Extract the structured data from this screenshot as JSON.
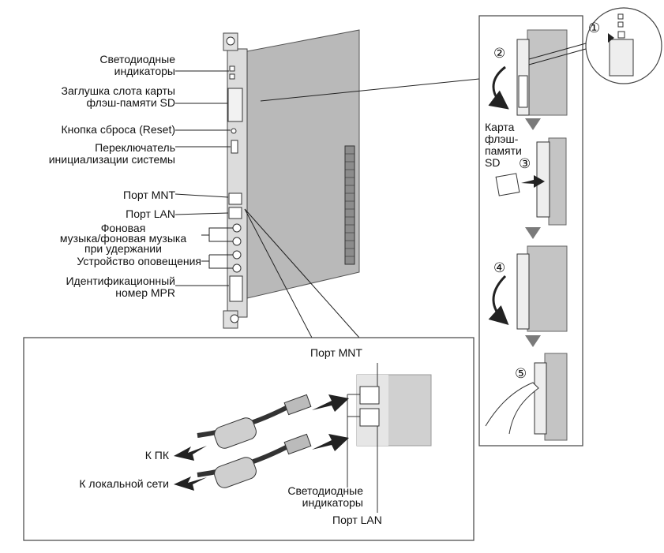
{
  "labels": {
    "led_indicators": "Светодиодные\nиндикаторы",
    "sd_slot_cover": "Заглушка слота карты\nфлэш-памяти SD",
    "reset_button": "Кнопка сброса (Reset)",
    "init_switch": "Переключатель\nинициализации системы",
    "port_mnt": "Порт MNT",
    "port_lan": "Порт LAN",
    "music_on_hold": "Фоновая\nмузыка/фоновая музыка\nпри удержании",
    "paging_device": "Устройство оповещения",
    "mpr_id": "Идентификационный\nномер MPR"
  },
  "detail": {
    "port_mnt": "Порт MNT",
    "to_pc": "К ПК",
    "to_lan": "К локальной сети",
    "leds": "Светодиодные\nиндикаторы",
    "port_lan": "Порт LAN"
  },
  "steps": {
    "step1": "①",
    "step2": "②",
    "step3": "③",
    "step4": "④",
    "step5": "⑤",
    "sd_card": "Карта\nфлэш-\nпамяти\nSD"
  },
  "colors": {
    "board": "#b9b9b9",
    "board_dark": "#8c8c8c",
    "panel": "#e6e6e6",
    "arrow": "#7a7a7a"
  }
}
